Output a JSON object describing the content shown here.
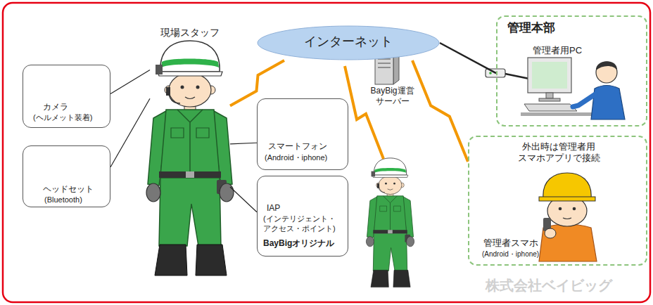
{
  "diagram": {
    "nodes": [
      {
        "text": [
          "現場スタッフ"
        ]
      },
      {
        "text": [
          "インターネット"
        ]
      },
      {
        "text": [
          "管理本部",
          "管理者用PC"
        ]
      },
      {
        "text": [
          "カメラ",
          "(ヘルメット装着)"
        ]
      },
      {
        "text": [
          "BayBig運営 サーバー"
        ]
      },
      {
        "text": [
          "スマートフォン",
          "(Android・iphone)"
        ]
      },
      {
        "text": [
          "外出時は管理者用 スマホアプリで接続",
          "管理者スマホ",
          "(Android・iphone)"
        ]
      },
      {
        "text": [
          "ヘッドセット",
          "(Bluetooth)"
        ]
      },
      {
        "text": [
          "IAP",
          "(インテリジェント・ アクセス・ポイント)",
          "BayBigオリジナル"
        ]
      }
    ],
    "edges": [
      {
        "from": 3,
        "to": 0,
        "arrow": "none"
      },
      {
        "from": 7,
        "to": 0,
        "arrow": "none"
      },
      {
        "from": 5,
        "to": 0,
        "arrow": "none"
      },
      {
        "from": 8,
        "to": 0,
        "arrow": "none"
      },
      {
        "from": 0,
        "to": 1,
        "arrow": "none"
      },
      {
        "from": 1,
        "to": 2,
        "arrow": "none"
      },
      {
        "from": 1,
        "to": 6,
        "arrow": "none"
      }
    ],
    "labels": [
      "株式会社ベイビッグ"
    ]
  }
}
